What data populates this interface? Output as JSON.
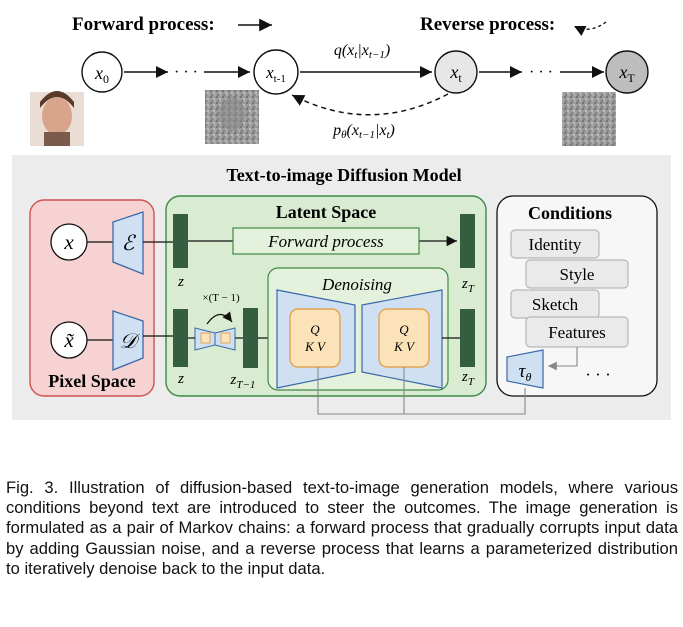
{
  "top": {
    "forward_label": "Forward process:",
    "reverse_label": "Reverse process:",
    "nodes": [
      "x_0",
      "x_t-1",
      "x_t",
      "x_T"
    ],
    "ellipsis": "· · ·",
    "forward_arrow_label": "q(x_t|x_{t−1})",
    "reverse_arrow_label": "p_θ(x_{t−1}|x_t)"
  },
  "model": {
    "title": "Text-to-image Diffusion Model",
    "pixel_space": {
      "label": "Pixel Space",
      "x": "x",
      "x_tilde": "x̃",
      "encoder": "ℰ",
      "decoder": "𝒟"
    },
    "latent_space": {
      "label": "Latent Space",
      "forward_process": "Forward process",
      "denoising": "Denoising",
      "repeat": "×(T − 1)",
      "z": "z",
      "z_T": "z_T",
      "z_T_minus_1": "z_{T−1}",
      "qkv_q": "Q",
      "qkv_kv": "K V"
    },
    "conditions": {
      "label": "Conditions",
      "items": [
        "Identity",
        "Style",
        "Sketch",
        "Features"
      ],
      "tau": "τ_θ",
      "more": "· · ·"
    }
  },
  "caption": "Fig. 3. Illustration of diffusion-based text-to-image generation models, where various conditions beyond text are introduced to steer the outcomes. The image generation is formulated as a pair of Markov chains: a forward process that gradually corrupts input data by adding Gaussian noise, and a reverse process that learns a parameterized distribution to iteratively denoise back to the input data.",
  "colors": {
    "pixel_bg": "#f6d3d2",
    "latent_bg": "#d9ecd2",
    "block": "#355e40",
    "unet": "#cfe0f2",
    "qkv": "#fbe2b8",
    "panel": "#ececec"
  }
}
